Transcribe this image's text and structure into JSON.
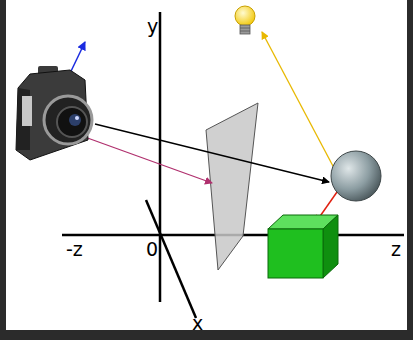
{
  "diagram": {
    "labels": [
      "y",
      "-z",
      "0",
      "z",
      "x"
    ]
  }
}
